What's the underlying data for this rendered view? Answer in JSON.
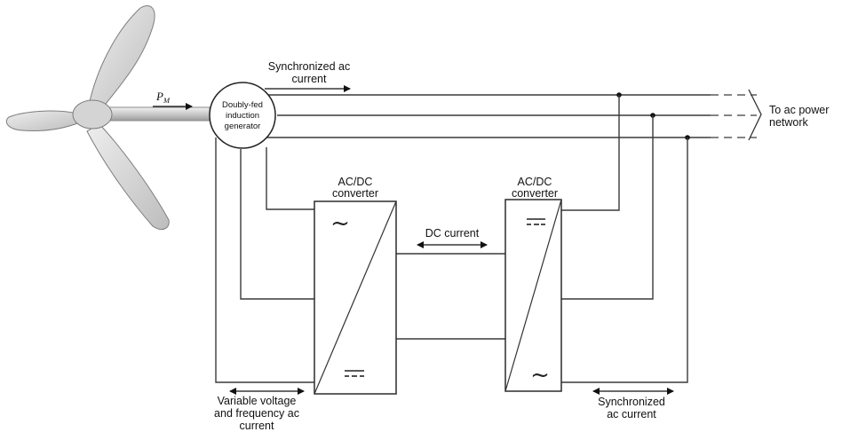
{
  "power_label": {
    "symbol": "P",
    "subscript": "M"
  },
  "generator": {
    "line1": "Doubly-fed",
    "line2": "induction",
    "line3": "generator"
  },
  "sync_top": {
    "line1": "Synchronized ac",
    "line2": "current"
  },
  "network": {
    "line1": "To ac power",
    "line2": "network"
  },
  "converter_left": {
    "line1": "AC/DC",
    "line2": "converter",
    "ac_symbol": "~"
  },
  "converter_right": {
    "line1": "AC/DC",
    "line2": "converter",
    "ac_symbol": "~"
  },
  "dc_link": {
    "label": "DC current"
  },
  "bottom_left": {
    "line1": "Variable voltage",
    "line2": "and frequency ac",
    "line3": "current"
  },
  "bottom_right": {
    "line1": "Synchronized",
    "line2": "ac current"
  }
}
